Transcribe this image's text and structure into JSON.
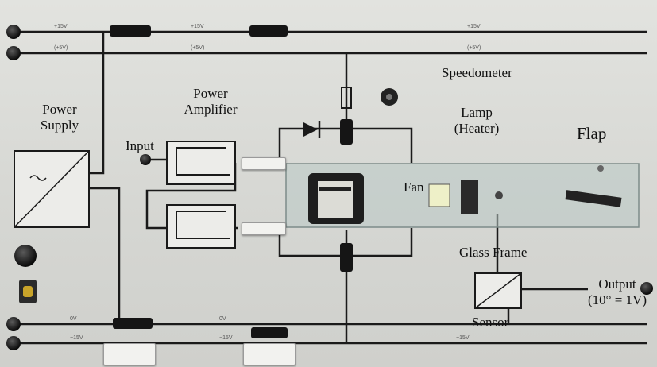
{
  "labels": {
    "power_supply": [
      "Power",
      "Supply"
    ],
    "power_amplifier": [
      "Power",
      "Amplifier"
    ],
    "input": "Input",
    "speedometer": "Speedometer",
    "lamp": [
      "Lamp",
      "(Heater)"
    ],
    "flap": "Flap",
    "fan": "Fan",
    "glass_frame": "Glass Frame",
    "sensor": "Sensor",
    "output": [
      "Output",
      "(10° = 1V)"
    ]
  },
  "rails": {
    "top_1": "+15V",
    "top_2": "(+5V)",
    "bottom_1": "0V",
    "bottom_2": "−15V"
  },
  "colors": {
    "panel": "#d9d9d6",
    "wire": "#1a1a1a",
    "lead": "#f2f2ef",
    "glass": "#b9c8c5"
  }
}
